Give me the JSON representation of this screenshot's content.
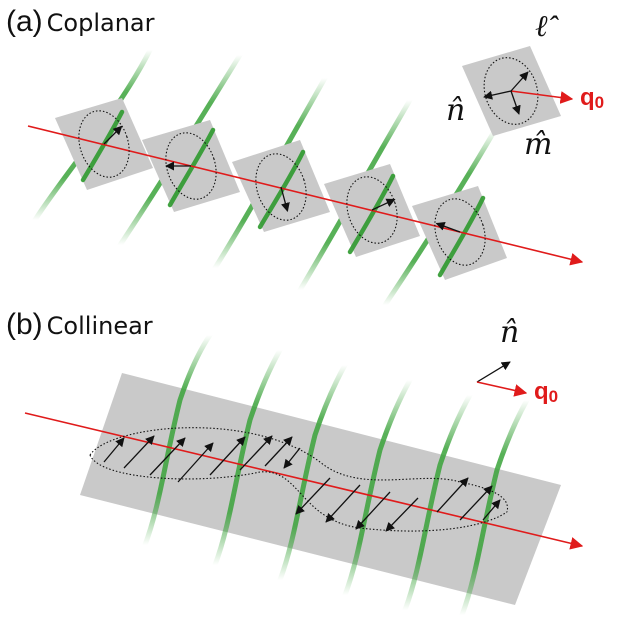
{
  "panel_a": {
    "tag": "(a)",
    "name": "Coplanar",
    "legend": {
      "l_hat": "ℓ̂",
      "n_hat": "n̂",
      "m_hat": "m̂",
      "q_main": "q",
      "q_sub": "0"
    }
  },
  "panel_b": {
    "tag": "(b)",
    "name": "Collinear",
    "legend": {
      "n_hat": "n̂",
      "q_main": "q",
      "q_sub": "0"
    }
  },
  "colors": {
    "propagation_axis": "#e01b1b",
    "q_label": "#e01b1b",
    "plane_fill": "#c9c9c9",
    "chain_line": "#3aa33a",
    "arrow": "#111111",
    "ellipse": "#111111"
  },
  "coplanar_spins": [
    {
      "plane": 1,
      "angle_deg": 45
    },
    {
      "plane": 2,
      "angle_deg": 180
    },
    {
      "plane": 3,
      "angle_deg": 285
    },
    {
      "plane": 4,
      "angle_deg": 25
    },
    {
      "plane": 5,
      "angle_deg": 160
    }
  ]
}
